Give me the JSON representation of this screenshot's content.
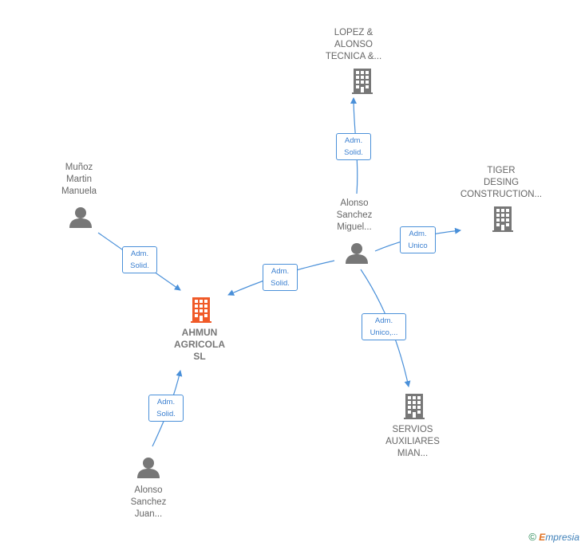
{
  "nodes": {
    "ahmun": {
      "lines": [
        "AHMUN",
        "AGRICOLA",
        "SL"
      ],
      "type": "company-main"
    },
    "lopez": {
      "lines": [
        "LOPEZ &",
        "ALONSO",
        "TECNICA &..."
      ],
      "type": "company"
    },
    "tiger": {
      "lines": [
        "TIGER",
        "DESING",
        "CONSTRUCTION..."
      ],
      "type": "company"
    },
    "servios": {
      "lines": [
        "SERVIOS",
        "AUXILIARES",
        "MIAN..."
      ],
      "type": "company"
    },
    "munoz": {
      "lines": [
        "Muñoz",
        "Martin",
        "Manuela"
      ],
      "type": "person"
    },
    "alonso_miguel": {
      "lines": [
        "Alonso",
        "Sanchez",
        "Miguel..."
      ],
      "type": "person"
    },
    "alonso_juan": {
      "lines": [
        "Alonso",
        "Sanchez",
        "Juan..."
      ],
      "type": "person"
    }
  },
  "edges": {
    "munoz_ahmun": [
      "Adm.",
      "Solid."
    ],
    "miguel_ahmun": [
      "Adm.",
      "Solid."
    ],
    "juan_ahmun": [
      "Adm.",
      "Solid."
    ],
    "miguel_lopez": [
      "Adm.",
      "Solid."
    ],
    "miguel_tiger": [
      "Adm.",
      "Unico"
    ],
    "miguel_servios": [
      "Adm.",
      "Unico,..."
    ]
  },
  "colors": {
    "company": "#777777",
    "company_main": "#f05a28",
    "person": "#777777",
    "edge": "#4a90d9"
  },
  "footer": {
    "copyright": "©",
    "brand_initial": "E",
    "brand_rest": "mpresia"
  }
}
